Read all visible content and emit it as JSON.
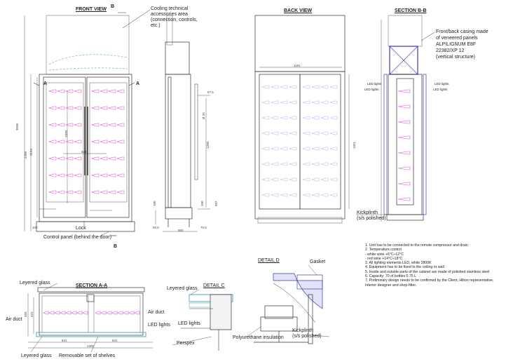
{
  "views": {
    "front": "FRONT VIEW",
    "back": "BACK VIEW",
    "section_bb": "SECTION B-B",
    "section_aa": "SECTION A-A",
    "detail_c": "DETAIL C",
    "detail_d": "DETAIL D"
  },
  "section_markers": {
    "a": "A",
    "b": "B"
  },
  "callouts": {
    "cooling_area": [
      "Cooling technical",
      "accessories area",
      "(connection, controls,",
      "etc.)"
    ],
    "lock": "Lock",
    "control_panel": "Control panel (behind the door)",
    "casing": [
      "Front/back casing made",
      "of veneered panels",
      "ALPILIGNUM  E8F",
      "22382/XP 12",
      "(vertical structure)"
    ],
    "led_lights_small": "LED lights",
    "kickplinth": [
      "Kickplinth",
      "(s/s polished)"
    ],
    "layered_glass": "Leyered glass",
    "air_duct": "Air duct",
    "led_lights": "LED lights",
    "removable_shelves": "Removable set of shelves",
    "perspex": "Perspex",
    "polyurethane": "Polyurethane insulation",
    "gasket": "Gasket"
  },
  "dimensions": {
    "height_total": "3096",
    "height_cabinet": "2300",
    "height_door": "2194",
    "shelf_span": "1920",
    "shelf_width": "534",
    "back_width": "1181",
    "back_height": "1921",
    "plinth": "100",
    "side_depth": "550",
    "side_depth_a": "50.5",
    "side_depth_b": "70.5",
    "side_top": "57.5",
    "side_dia": "Ø 25",
    "side_mid": "1200",
    "side_low": "507",
    "side_plinth": "100",
    "aa_width": "1300",
    "aa_left": "641",
    "aa_right": "641",
    "aa_depth": "550",
    "aa_inner": "472"
  },
  "notes": [
    "1. Unit has  to be connected to the remote compressor and drain",
    "2. Temperature control",
    "  - white wine +6°C÷12°C",
    "  - red wine +14°C÷18°C",
    "3. All lighting elements LED, white 2800K",
    "4. Equipment has to be fixed to the ceiling or wall",
    "5. Inside and outside parts of the cabinet are made of polished stainless steel",
    "6. Capacity: 70 of bottles 0.75 L",
    "7. Preliminary design needs to be confirmed by the Client, Hilton representative,",
    "   Interior designer and shop-fitter."
  ],
  "colors": {
    "line": "#333333",
    "bottle": "#d24fd2",
    "glass": "#6fb7c9",
    "casing_hatch": "#3b3bb0",
    "light_bottle": "#b7b7e6"
  }
}
